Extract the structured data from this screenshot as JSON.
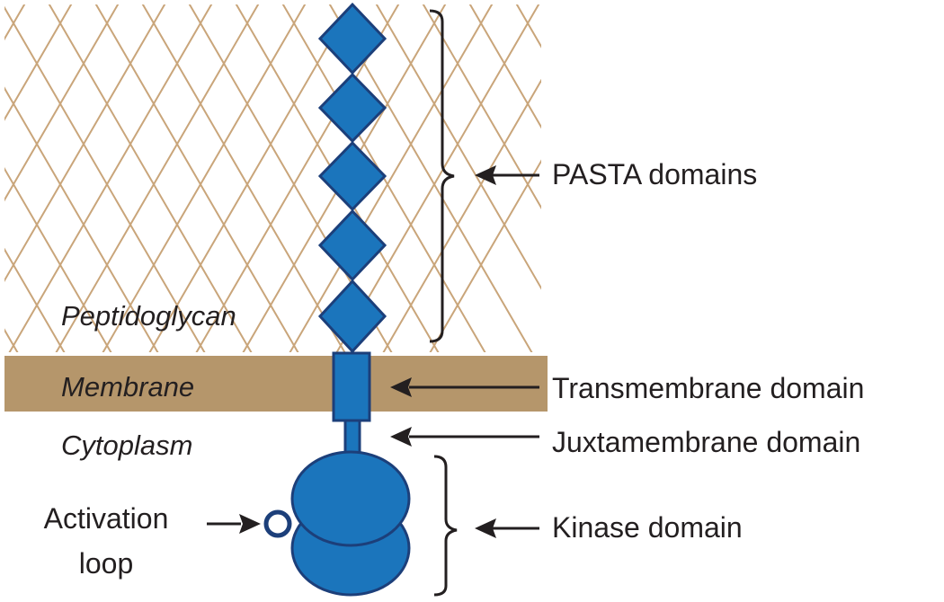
{
  "regions": {
    "peptidoglycan": "Peptidoglycan",
    "membrane": "Membrane",
    "cytoplasm": "Cytoplasm"
  },
  "labels": {
    "pasta": "PASTA domains",
    "transmembrane": "Transmembrane domain",
    "juxtamembrane": "Juxtamembrane domain",
    "kinase": "Kinase domain",
    "activation_line1": "Activation",
    "activation_line2": "loop"
  },
  "colors": {
    "protein_fill": "#1b75bc",
    "protein_stroke": "#1c3f7a",
    "membrane": "#b5966b",
    "peptidoglycan_line": "#c9a57a",
    "ink": "#231f20"
  }
}
